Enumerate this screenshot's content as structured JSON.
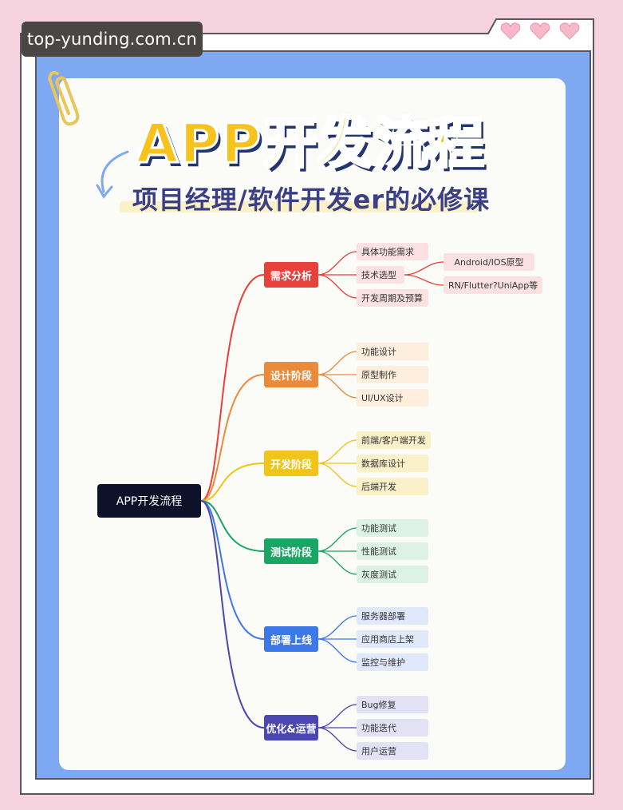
{
  "watermark": "top-yunding.com.cn",
  "title": "APP开发流程",
  "subtitle": "项目经理/软件开发er的必修课",
  "root": "APP开发流程",
  "stages": [
    {
      "label": "需求分析",
      "color": "#e8413b",
      "leaf_bg": "#fbe1e1",
      "items": [
        "具体功能需求",
        "技术选型",
        "开发周期及预算"
      ],
      "sub_items": [
        "Android/IOS原型",
        "RN/Flutter?UniApp等"
      ]
    },
    {
      "label": "设计阶段",
      "color": "#ec8a3a",
      "leaf_bg": "#fdeede",
      "items": [
        "功能设计",
        "原型制作",
        "UI/UX设计"
      ]
    },
    {
      "label": "开发阶段",
      "color": "#f0c419",
      "leaf_bg": "#fbf1c8",
      "items": [
        "前端/客户端开发",
        "数据库设计",
        "后端开发"
      ]
    },
    {
      "label": "测试阶段",
      "color": "#19a563",
      "leaf_bg": "#dcf2e5",
      "items": [
        "功能测试",
        "性能测试",
        "灰度测试"
      ]
    },
    {
      "label": "部署上线",
      "color": "#3c78e8",
      "leaf_bg": "#e0e9fb",
      "items": [
        "服务器部署",
        "应用商店上架",
        "监控与维护"
      ]
    },
    {
      "label": "优化&运营",
      "color": "#4a46b4",
      "leaf_bg": "#e3e2f5",
      "items": [
        "Bug修复",
        "功能迭代",
        "用户运营"
      ]
    }
  ]
}
